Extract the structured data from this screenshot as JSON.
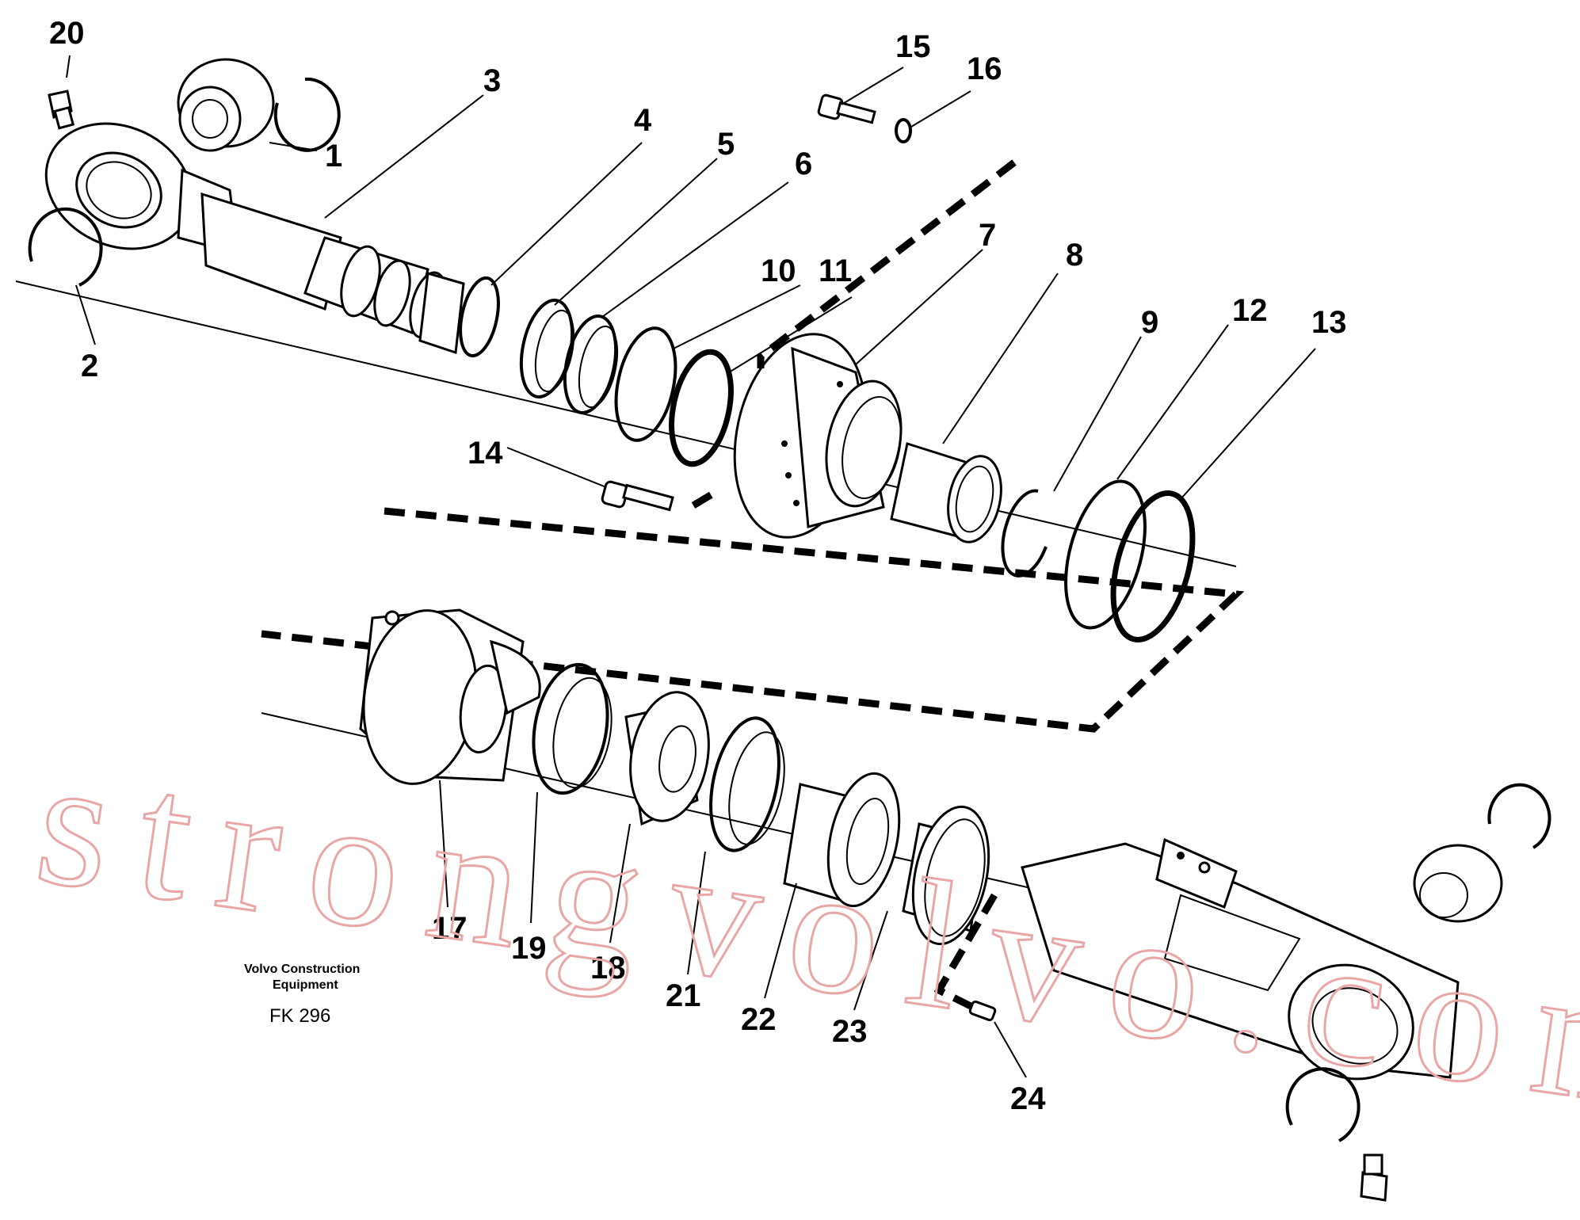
{
  "diagram": {
    "labels": [
      {
        "id": "label-20",
        "text": "20"
      },
      {
        "id": "label-1",
        "text": "1"
      },
      {
        "id": "label-2",
        "text": "2"
      },
      {
        "id": "label-3",
        "text": "3"
      },
      {
        "id": "label-4",
        "text": "4"
      },
      {
        "id": "label-5",
        "text": "5"
      },
      {
        "id": "label-6",
        "text": "6"
      },
      {
        "id": "label-10",
        "text": "10"
      },
      {
        "id": "label-11",
        "text": "11"
      },
      {
        "id": "label-7",
        "text": "7"
      },
      {
        "id": "label-8",
        "text": "8"
      },
      {
        "id": "label-9",
        "text": "9"
      },
      {
        "id": "label-12",
        "text": "12"
      },
      {
        "id": "label-13",
        "text": "13"
      },
      {
        "id": "label-14",
        "text": "14"
      },
      {
        "id": "label-15",
        "text": "15"
      },
      {
        "id": "label-16",
        "text": "16"
      },
      {
        "id": "label-17",
        "text": "17"
      },
      {
        "id": "label-19",
        "text": "19"
      },
      {
        "id": "label-18",
        "text": "18"
      },
      {
        "id": "label-21",
        "text": "21"
      },
      {
        "id": "label-22",
        "text": "22"
      },
      {
        "id": "label-23",
        "text": "23"
      },
      {
        "id": "label-24",
        "text": "24"
      }
    ],
    "caption": {
      "line1": "Volvo Construction",
      "line2": "Equipment",
      "code": "FK 296"
    },
    "watermark": "strongvolvo.com"
  }
}
